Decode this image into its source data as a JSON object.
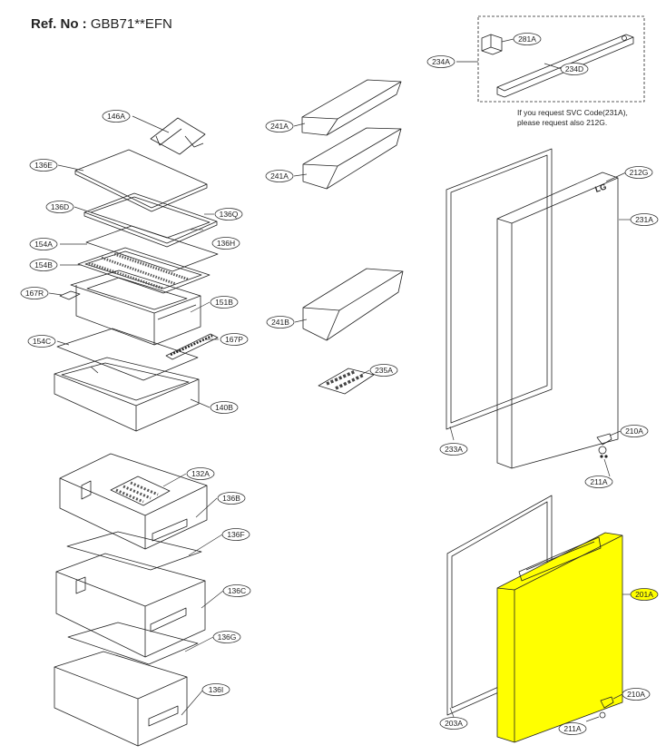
{
  "header": {
    "ref_label": "Ref. No :",
    "ref_value": "GBB71**EFN"
  },
  "note": {
    "line1": "If you request SVC Code(231A),",
    "line2": "please request also 212G."
  },
  "door_logo": "LG",
  "highlight_color": "#ffff00",
  "parts": [
    {
      "id": "p146A",
      "code": "146A",
      "highlighted": false
    },
    {
      "id": "p136E",
      "code": "136E",
      "highlighted": false
    },
    {
      "id": "p136D",
      "code": "136D",
      "highlighted": false
    },
    {
      "id": "p136Q",
      "code": "136Q",
      "highlighted": false
    },
    {
      "id": "p136H",
      "code": "136H",
      "highlighted": false
    },
    {
      "id": "p154A",
      "code": "154A",
      "highlighted": false
    },
    {
      "id": "p154B",
      "code": "154B",
      "highlighted": false
    },
    {
      "id": "p167R",
      "code": "167R",
      "highlighted": false
    },
    {
      "id": "p151B",
      "code": "151B",
      "highlighted": false
    },
    {
      "id": "p154C",
      "code": "154C",
      "highlighted": false
    },
    {
      "id": "p167P",
      "code": "167P",
      "highlighted": false
    },
    {
      "id": "p140B",
      "code": "140B",
      "highlighted": false
    },
    {
      "id": "p132A",
      "code": "132A",
      "highlighted": false
    },
    {
      "id": "p136B",
      "code": "136B",
      "highlighted": false
    },
    {
      "id": "p136F",
      "code": "136F",
      "highlighted": false
    },
    {
      "id": "p136C",
      "code": "136C",
      "highlighted": false
    },
    {
      "id": "p136G",
      "code": "136G",
      "highlighted": false
    },
    {
      "id": "p136I",
      "code": "136I",
      "highlighted": false
    },
    {
      "id": "p241A1",
      "code": "241A",
      "highlighted": false
    },
    {
      "id": "p241A2",
      "code": "241A",
      "highlighted": false
    },
    {
      "id": "p241B",
      "code": "241B",
      "highlighted": false
    },
    {
      "id": "p235A",
      "code": "235A",
      "highlighted": false
    },
    {
      "id": "p234A",
      "code": "234A",
      "highlighted": false
    },
    {
      "id": "p281A",
      "code": "281A",
      "highlighted": false
    },
    {
      "id": "p234D",
      "code": "234D",
      "highlighted": false
    },
    {
      "id": "p212G",
      "code": "212G",
      "highlighted": false
    },
    {
      "id": "p231A",
      "code": "231A",
      "highlighted": false
    },
    {
      "id": "p233A",
      "code": "233A",
      "highlighted": false
    },
    {
      "id": "p210A1",
      "code": "210A",
      "highlighted": false
    },
    {
      "id": "p211A1",
      "code": "211A",
      "highlighted": false
    },
    {
      "id": "p201A",
      "code": "201A",
      "highlighted": true
    },
    {
      "id": "p203A",
      "code": "203A",
      "highlighted": false
    },
    {
      "id": "p210A2",
      "code": "210A",
      "highlighted": false
    },
    {
      "id": "p211A2",
      "code": "211A",
      "highlighted": false
    }
  ]
}
